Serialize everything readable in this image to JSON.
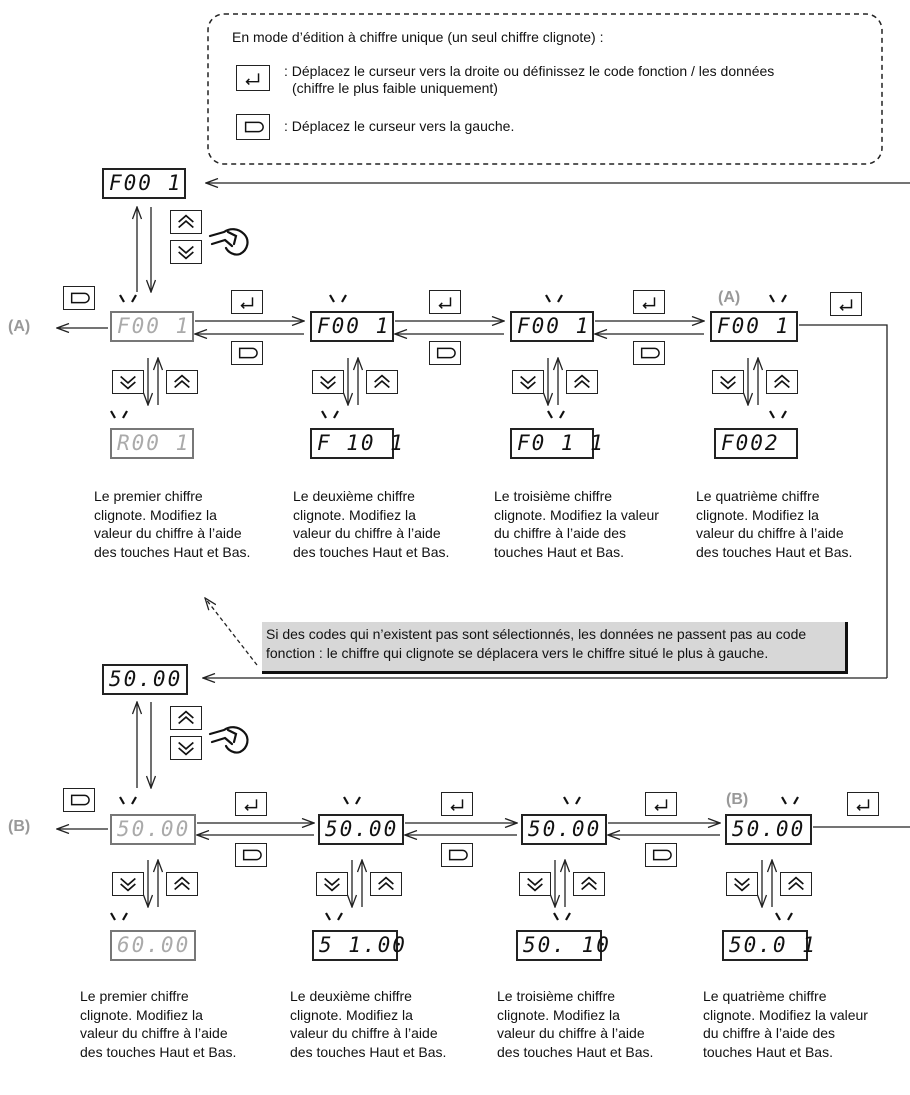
{
  "legend": {
    "title": "En mode d’édition à chiffre unique (un seul chiffre clignote) :",
    "enter_desc": ": Déplacez le curseur vers la droite ou définissez le code fonction / les données",
    "enter_desc2": "(chiffre le plus faible uniquement)",
    "back_desc": ": Déplacez le curseur vers la gauche."
  },
  "marker_a": "(A)",
  "marker_b": "(B)",
  "section1": {
    "top_display": "F00 1",
    "row": [
      "F00 1",
      "F00 1",
      "F00 1",
      "F00 1"
    ],
    "below": [
      "R00 1",
      "F 10 1",
      "F0 1 1",
      "F002"
    ],
    "captions": [
      [
        "Le premier chiffre",
        "clignote. Modifiez la",
        "valeur du chiffre à l’aide",
        "des touches Haut et Bas."
      ],
      [
        "Le deuxième chiffre",
        "clignote. Modifiez la",
        "valeur du chiffre à l’aide",
        "des touches Haut et Bas."
      ],
      [
        "Le troisième chiffre",
        "clignote. Modifiez la valeur",
        "du chiffre à l’aide des",
        "touches Haut et Bas."
      ],
      [
        "Le quatrième chiffre",
        "clignote. Modifiez la",
        "valeur du chiffre à l’aide",
        "des touches Haut et Bas."
      ]
    ]
  },
  "note": {
    "line1": "Si des codes qui n’existent pas sont sélectionnés, les données ne passent pas au code",
    "line2": "fonction : le chiffre qui clignote se déplacera vers le chiffre situé le plus à gauche."
  },
  "section2": {
    "top_display": "50.00",
    "row": [
      "50.00",
      "50.00",
      "50.00",
      "50.00"
    ],
    "below": [
      "60.00",
      "5 1.00",
      "50. 10",
      "50.0 1"
    ],
    "captions": [
      [
        "Le premier chiffre",
        "clignote. Modifiez la",
        "valeur du chiffre à l’aide",
        "des touches Haut et Bas."
      ],
      [
        "Le deuxième chiffre",
        "clignote. Modifiez la",
        "valeur du chiffre à l’aide",
        "des touches Haut et Bas."
      ],
      [
        "Le troisième chiffre",
        "clignote. Modifiez la",
        "valeur du chiffre à l’aide",
        "des touches Haut et Bas."
      ],
      [
        "Le quatrième chiffre",
        "clignote. Modifiez la valeur",
        "du chiffre à l’aide des",
        "touches Haut et Bas."
      ]
    ]
  }
}
